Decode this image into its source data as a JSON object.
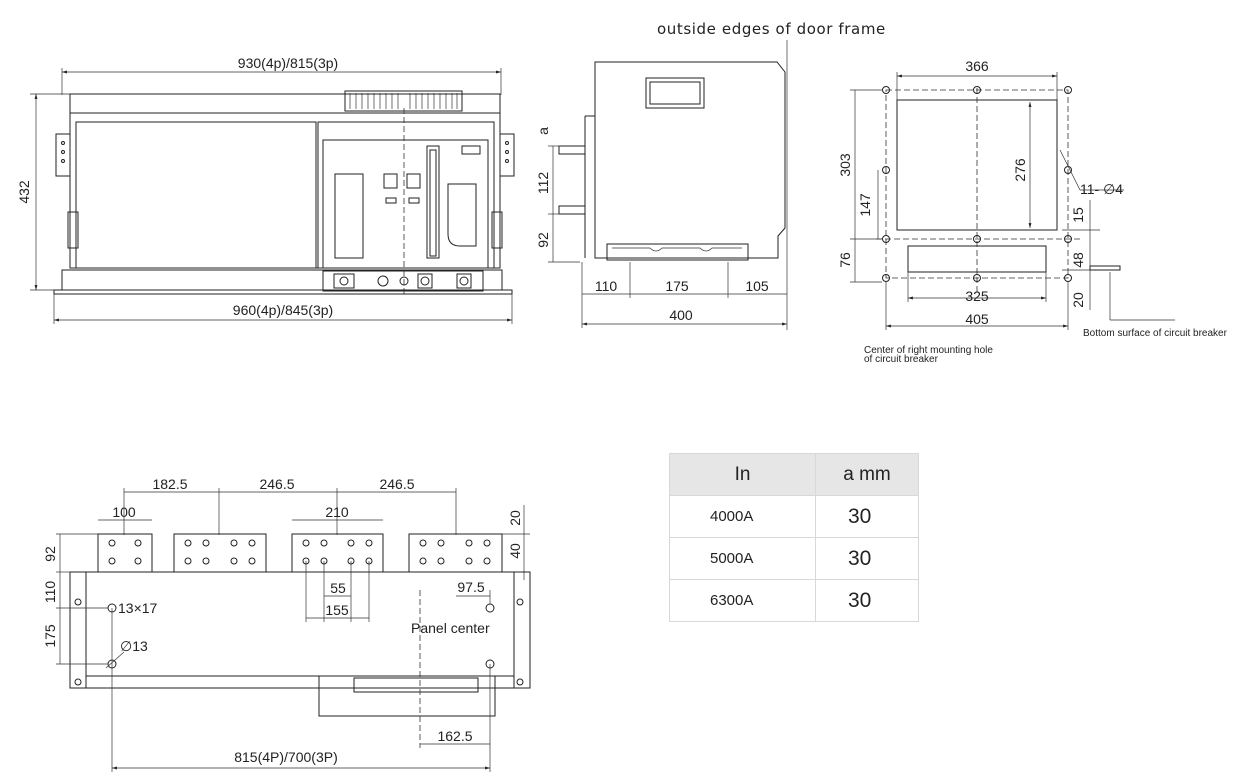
{
  "views": {
    "front": {
      "width_top": "930(4p)/815(3p)",
      "width_bottom": "960(4p)/845(3p)",
      "height": "432"
    },
    "side": {
      "caption": "outside edges of door frame",
      "a": "a",
      "h112": "112",
      "h92": "92",
      "w110": "110",
      "w175": "175",
      "w105": "105",
      "w400": "400"
    },
    "cutout": {
      "w366": "366",
      "h303": "303",
      "h276": "276",
      "h147": "147",
      "h76": "76",
      "h15": "15",
      "h48": "48",
      "h20": "20",
      "holes": "11- ∅4",
      "w325": "325",
      "w405": "405",
      "note_mount": "Center of right mounting hole",
      "note_mount2": "of circuit breaker",
      "note_bottom": "Bottom surface of circuit breaker"
    },
    "terminals": {
      "d182": "182.5",
      "d246a": "246.5",
      "d246b": "246.5",
      "d100": "100",
      "d210": "210",
      "d20": "20",
      "d40": "40",
      "d92": "92",
      "d110": "110",
      "d175": "175",
      "d55": "55",
      "d155": "155",
      "d97": "97.5",
      "slot": "13×17",
      "hole": "∅13",
      "panel": "Panel center",
      "d162": "162.5",
      "d815": "815(4P)/700(3P)"
    }
  },
  "table": {
    "headers": [
      "In",
      "a  mm"
    ],
    "rows": [
      {
        "in": "4000A",
        "a": "30"
      },
      {
        "in": "5000A",
        "a": "30"
      },
      {
        "in": "6300A",
        "a": "30"
      }
    ]
  }
}
